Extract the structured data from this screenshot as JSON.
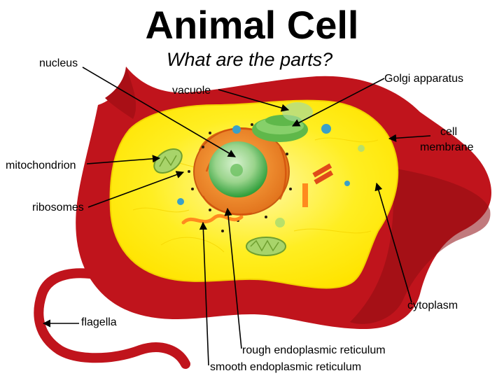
{
  "title": "Animal Cell",
  "subtitle": "What are the parts?",
  "labels": {
    "nucleus": "nucleus",
    "vacuole": "vacuole",
    "golgi": "Golgi apparatus",
    "cell_membrane_1": "cell",
    "cell_membrane_2": "membrane",
    "mitochondrion": "mitochondrion",
    "ribosomes": "ribosomes",
    "cytoplasm": "cytoplasm",
    "flagella": "flagella",
    "rough_er": "rough endoplasmic reticulum",
    "smooth_er": "smooth endoplasmic reticulum"
  },
  "colors": {
    "membrane": "#c0141c",
    "membrane_dark": "#8e0d12",
    "cytoplasm": "#ffec00",
    "cytoplasm_light": "#fff56a",
    "nucleus_outer": "#f08a1e",
    "nucleus_inner": "#2e9e3a",
    "nucleolus": "#b9e7b0",
    "golgi": "#5fb84a",
    "mitochondrion": "#a8d46a"
  }
}
